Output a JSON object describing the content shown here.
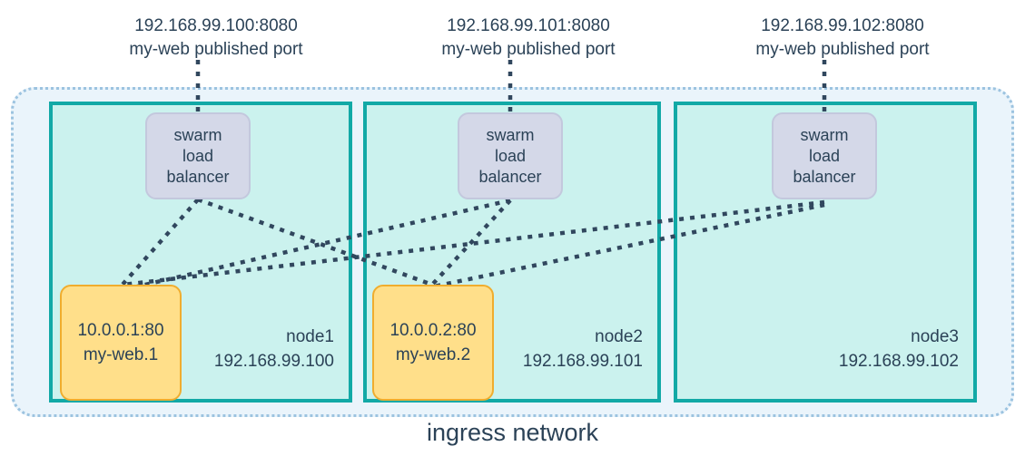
{
  "diagram": {
    "caption": "ingress network",
    "port_labels": [
      {
        "address": "192.168.99.100:8080",
        "description": "my-web published port"
      },
      {
        "address": "192.168.99.101:8080",
        "description": "my-web published port"
      },
      {
        "address": "192.168.99.102:8080",
        "description": "my-web published port"
      }
    ],
    "nodes": [
      {
        "name": "node1",
        "ip": "192.168.99.100"
      },
      {
        "name": "node2",
        "ip": "192.168.99.101"
      },
      {
        "name": "node3",
        "ip": "192.168.99.102"
      }
    ],
    "load_balancers": [
      {
        "line1": "swarm",
        "line2": "load",
        "line3": "balancer"
      },
      {
        "line1": "swarm",
        "line2": "load",
        "line3": "balancer"
      },
      {
        "line1": "swarm",
        "line2": "load",
        "line3": "balancer"
      }
    ],
    "tasks": [
      {
        "address": "10.0.0.1:80",
        "name": "my-web.1"
      },
      {
        "address": "10.0.0.2:80",
        "name": "my-web.2"
      }
    ],
    "colors": {
      "node_fill": "#cbf2ee",
      "node_border": "#12a9a6",
      "ingress_fill": "#eaf4fb",
      "ingress_border": "#9cc3e0",
      "lb_fill": "#d4d8e8",
      "task_fill": "#ffdf8a",
      "task_border": "#f0ad2e",
      "text": "#2b4257",
      "wire": "#31475e"
    }
  }
}
